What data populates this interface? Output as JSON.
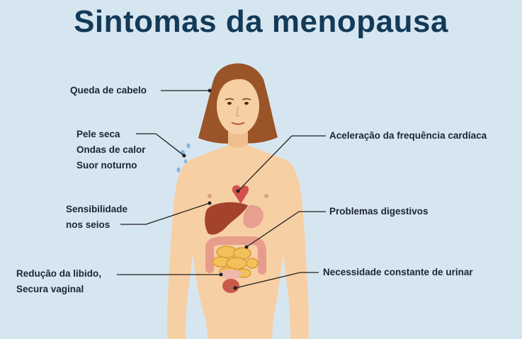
{
  "title": "Sintomas da menopausa",
  "colors": {
    "background": "#d6e6f1",
    "title": "#133a57",
    "skin": "#f7cfa4",
    "hair": "#9a5428",
    "leader_line": "#1f1f1f"
  },
  "symptoms": {
    "hair_loss": "Queda de cabelo",
    "skin": [
      "Pele seca",
      "Ondas de calor",
      "Suor noturno"
    ],
    "breasts": [
      "Sensibilidade",
      "nos seios"
    ],
    "libido": [
      "Redução da libido,",
      "Secura vaginal"
    ],
    "heart": "Aceleração da frequência cardíaca",
    "digestive": "Problemas digestivos",
    "urination": "Necessidade constante de urinar"
  }
}
